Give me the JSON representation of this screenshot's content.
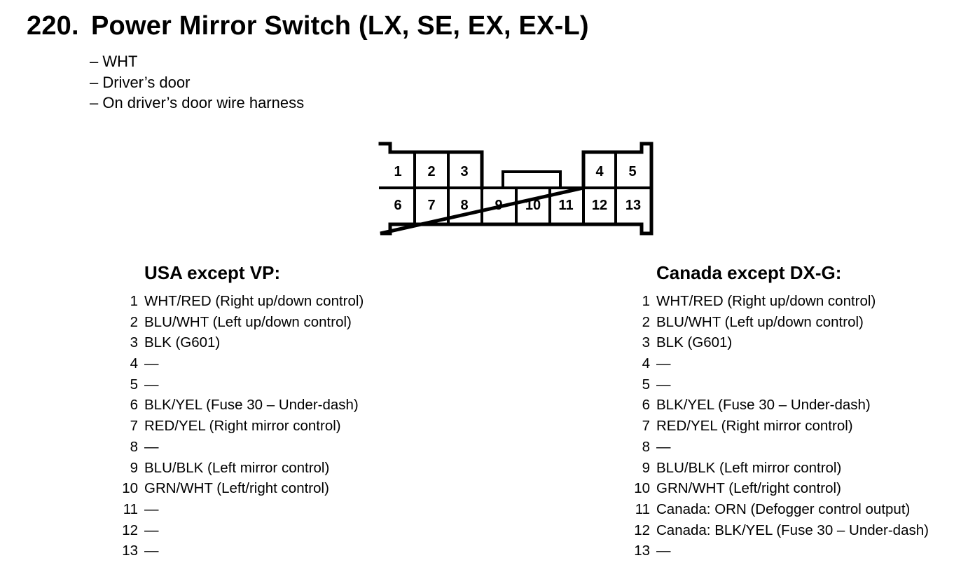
{
  "header": {
    "number": "220.",
    "title": "Power Mirror Switch (LX, SE, EX, EX-L)"
  },
  "details": [
    "– WHT",
    "– Driver’s door",
    "– On driver’s door wire harness"
  ],
  "connector": {
    "top_pins": [
      "1",
      "2",
      "3",
      "4",
      "5"
    ],
    "bottom_pins": [
      "6",
      "7",
      "8",
      "9",
      "10",
      "11",
      "12",
      "13"
    ]
  },
  "usa": {
    "heading": "USA except VP:",
    "pins": [
      {
        "pin": "1",
        "desc": "WHT/RED (Right up/down control)"
      },
      {
        "pin": "2",
        "desc": "BLU/WHT (Left up/down control)"
      },
      {
        "pin": "3",
        "desc": "BLK (G601)"
      },
      {
        "pin": "4",
        "desc": "—"
      },
      {
        "pin": "5",
        "desc": "—"
      },
      {
        "pin": "6",
        "desc": "BLK/YEL (Fuse 30 – Under-dash)"
      },
      {
        "pin": "7",
        "desc": "RED/YEL (Right mirror control)"
      },
      {
        "pin": "8",
        "desc": "—"
      },
      {
        "pin": "9",
        "desc": "BLU/BLK (Left mirror control)"
      },
      {
        "pin": "10",
        "desc": "GRN/WHT (Left/right control)"
      },
      {
        "pin": "11",
        "desc": "—"
      },
      {
        "pin": "12",
        "desc": "—"
      },
      {
        "pin": "13",
        "desc": "—"
      }
    ]
  },
  "canada": {
    "heading": "Canada except DX-G:",
    "pins": [
      {
        "pin": "1",
        "desc": "WHT/RED (Right up/down control)"
      },
      {
        "pin": "2",
        "desc": "BLU/WHT (Left up/down control)"
      },
      {
        "pin": "3",
        "desc": "BLK (G601)"
      },
      {
        "pin": "4",
        "desc": "—"
      },
      {
        "pin": "5",
        "desc": "—"
      },
      {
        "pin": "6",
        "desc": "BLK/YEL (Fuse 30 – Under-dash)"
      },
      {
        "pin": "7",
        "desc": "RED/YEL (Right mirror control)"
      },
      {
        "pin": "8",
        "desc": "—"
      },
      {
        "pin": "9",
        "desc": "BLU/BLK (Left mirror control)"
      },
      {
        "pin": "10",
        "desc": "GRN/WHT (Left/right control)"
      },
      {
        "pin": "11",
        "desc": "Canada: ORN (Defogger control output)"
      },
      {
        "pin": "12",
        "desc": "Canada: BLK/YEL (Fuse 30 – Under-dash)"
      },
      {
        "pin": "13",
        "desc": "—"
      }
    ]
  }
}
